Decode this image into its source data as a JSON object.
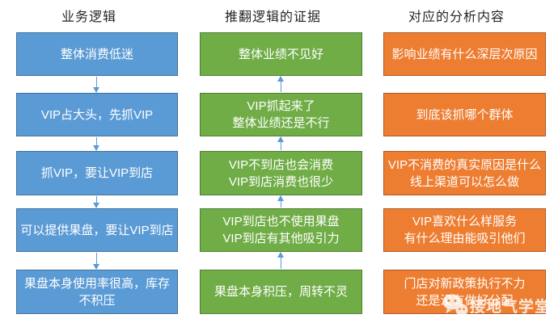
{
  "colors": {
    "blue_fill": "#5B9BD5",
    "blue_border": "#41719C",
    "green_fill": "#70AD47",
    "green_border": "#507E32",
    "orange_fill": "#ED7D31",
    "orange_border": "#AE5A21",
    "arrow": "#5B9BD5",
    "header_text": "#262626",
    "box_text": "#FFFFFF"
  },
  "columns": [
    {
      "header": "业务逻辑",
      "arrow_direction": "down",
      "boxes": [
        {
          "lines": [
            "整体消费低迷"
          ]
        },
        {
          "lines": [
            "VIP占大头，先抓VIP"
          ]
        },
        {
          "lines": [
            "抓VIP，要让VIP到店"
          ]
        },
        {
          "lines": [
            "可以提供果盘，要让VIP到店"
          ]
        },
        {
          "lines": [
            "果盘本身使用率很高，库存",
            "不积压"
          ]
        }
      ]
    },
    {
      "header": "推翻逻辑的证据",
      "arrow_direction": "up",
      "boxes": [
        {
          "lines": [
            "整体业绩不见好"
          ]
        },
        {
          "lines": [
            "VIP抓起来了",
            "整体业绩还是不行"
          ]
        },
        {
          "lines": [
            "VIP不到店也会消费",
            "VIP到店消费也很少"
          ]
        },
        {
          "lines": [
            "VIP到店也不使用果盘",
            "VIP到店有其他吸引力"
          ]
        },
        {
          "lines": [
            "果盘本身积压，周转不灵"
          ]
        }
      ]
    },
    {
      "header": "对应的分析内容",
      "arrow_direction": "none",
      "boxes": [
        {
          "lines": [
            "影响业绩有什么深层次原因"
          ]
        },
        {
          "lines": [
            "到底该抓哪个群体"
          ]
        },
        {
          "lines": [
            "VIP不消费的真实原因是什么",
            "线上渠道可以怎么做"
          ]
        },
        {
          "lines": [
            "VIP喜欢什么样服务",
            "有什么理由能吸引他们"
          ]
        },
        {
          "lines": [
            "门店对新政策执行不力",
            "还是没有做好分配"
          ]
        }
      ]
    }
  ],
  "watermark": {
    "text": "接地气学堂",
    "icon": "wechat-icon"
  }
}
